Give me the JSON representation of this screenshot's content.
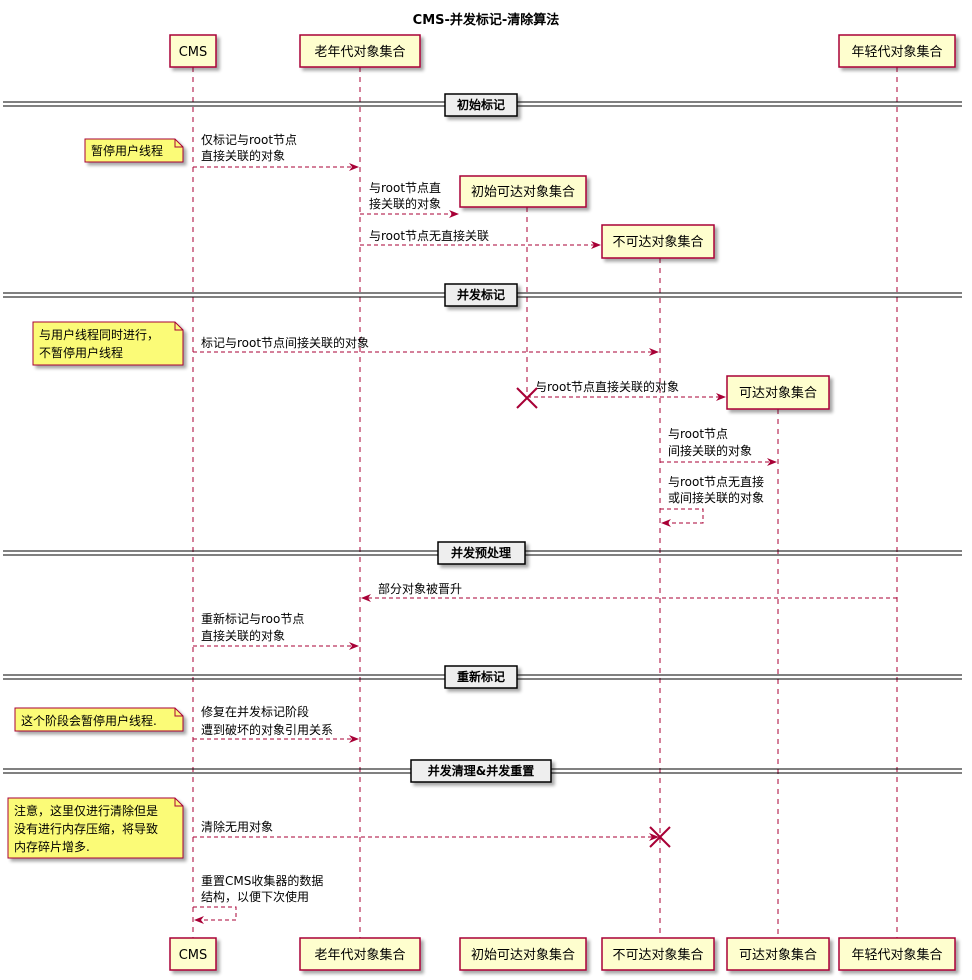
{
  "title": "CMS-并发标记-清除算法",
  "participants": {
    "cms": "CMS",
    "old": "老年代对象集合",
    "init_reach": "初始可达对象集合",
    "unreach": "不可达对象集合",
    "reach": "可达对象集合",
    "young": "年轻代对象集合"
  },
  "dividers": {
    "d1": "初始标记",
    "d2": "并发标记",
    "d3": "并发预处理",
    "d4": "重新标记",
    "d5": "并发清理&并发重置"
  },
  "notes": {
    "n1": [
      "暂停用户线程"
    ],
    "n2": [
      "与用户线程同时进行，",
      "不暂停用户线程"
    ],
    "n3": [
      "这个阶段会暂停用户线程."
    ],
    "n4": [
      "注意，这里仅进行清除但是",
      "没有进行内存压缩，将导致",
      "内存碎片增多."
    ]
  },
  "messages": {
    "m1": [
      "仅标记与root节点",
      "直接关联的对象"
    ],
    "m2": [
      "与root节点直",
      "接关联的对象"
    ],
    "m3": [
      "与root节点无直接关联"
    ],
    "m4": [
      "标记与root节点间接关联的对象"
    ],
    "m5": [
      "与root节点直接关联的对象"
    ],
    "m6": [
      "与root节点",
      "间接关联的对象"
    ],
    "m7": [
      "与root节点无直接",
      "或间接关联的对象"
    ],
    "m8": [
      "部分对象被晋升"
    ],
    "m9": [
      "重新标记与roo节点",
      "直接关联的对象"
    ],
    "m10": [
      "修复在并发标记阶段",
      "遭到破坏的对象引用关系"
    ],
    "m11": [
      "清除无用对象"
    ],
    "m12": [
      "重置CMS收集器的数据",
      "结构，以便下次使用"
    ]
  },
  "colors": {
    "participant_fill": "#FEFECE",
    "participant_border": "#A80036",
    "arrow": "#A80036",
    "note_fill": "#FBFB77",
    "divider_fill": "#EEEEEE"
  }
}
